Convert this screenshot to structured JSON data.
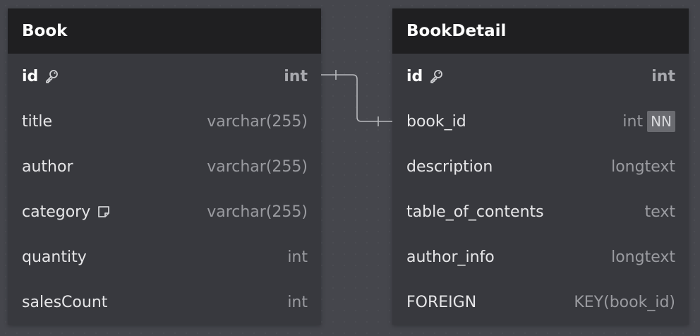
{
  "tables": [
    {
      "name": "Book",
      "fields": [
        {
          "name": "id",
          "type": "int",
          "pk": true,
          "icon": "key-icon"
        },
        {
          "name": "title",
          "type": "varchar(255)"
        },
        {
          "name": "author",
          "type": "varchar(255)"
        },
        {
          "name": "category",
          "type": "varchar(255)",
          "icon": "note-icon"
        },
        {
          "name": "quantity",
          "type": "int"
        },
        {
          "name": "salesCount",
          "type": "int"
        }
      ]
    },
    {
      "name": "BookDetail",
      "fields": [
        {
          "name": "id",
          "type": "int",
          "pk": true,
          "icon": "key-icon"
        },
        {
          "name": "book_id",
          "type": "int",
          "badge": "NN"
        },
        {
          "name": "description",
          "type": "longtext"
        },
        {
          "name": "table_of_contents",
          "type": "text"
        },
        {
          "name": "author_info",
          "type": "longtext"
        },
        {
          "name": "FOREIGN",
          "type": "KEY(book_id)"
        }
      ]
    }
  ],
  "relationship": {
    "from": "Book.id",
    "to": "BookDetail.book_id",
    "type": "one-to-one"
  },
  "colors": {
    "canvas": "#45464c",
    "table_body": "#38393e",
    "table_header": "#1f1f21",
    "connector": "#b8b9bd"
  }
}
